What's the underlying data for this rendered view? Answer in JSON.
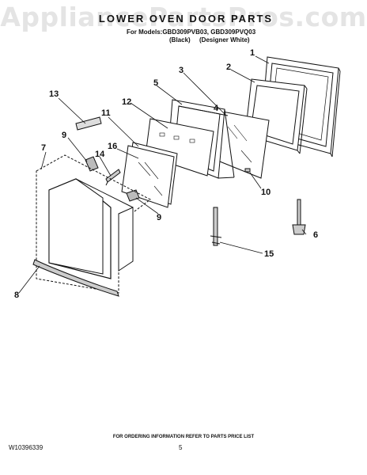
{
  "watermark": "AppliancePartsPros.com",
  "header": {
    "title": "LOWER OVEN DOOR PARTS",
    "models_line": "For Models:GBD309PVB03, GBD309PVQ03",
    "variant_black": "(Black)",
    "variant_white": "(Designer White)"
  },
  "footer": {
    "ordering_note": "FOR ORDERING INFORMATION REFER TO PARTS PRICE LIST",
    "document_number": "W10396339",
    "page_number": "5"
  },
  "callouts": [
    {
      "id": "1",
      "label": "1"
    },
    {
      "id": "2",
      "label": "2"
    },
    {
      "id": "3",
      "label": "3"
    },
    {
      "id": "4",
      "label": "4"
    },
    {
      "id": "5",
      "label": "5"
    },
    {
      "id": "6",
      "label": "6"
    },
    {
      "id": "7",
      "label": "7"
    },
    {
      "id": "8",
      "label": "8"
    },
    {
      "id": "9a",
      "label": "9"
    },
    {
      "id": "9b",
      "label": "9"
    },
    {
      "id": "10",
      "label": "10"
    },
    {
      "id": "11",
      "label": "11"
    },
    {
      "id": "12",
      "label": "12"
    },
    {
      "id": "13",
      "label": "13"
    },
    {
      "id": "14",
      "label": "14"
    },
    {
      "id": "15",
      "label": "15"
    },
    {
      "id": "16",
      "label": "16"
    }
  ]
}
